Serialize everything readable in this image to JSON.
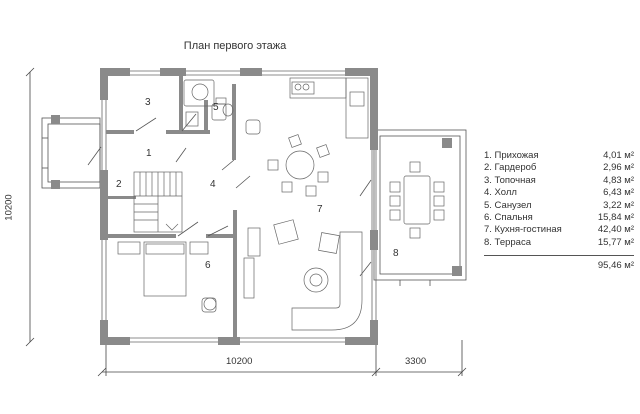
{
  "plan": {
    "title": "План первого этажа",
    "dimensions": {
      "width_main": "10200",
      "width_terrace": "3300",
      "height_main": "10200"
    },
    "room_labels": [
      "1",
      "2",
      "3",
      "4",
      "5",
      "6",
      "7",
      "8"
    ],
    "legend": {
      "rooms": [
        {
          "name": "1. Прихожая",
          "area": "4,01 м²"
        },
        {
          "name": "2. Гардероб",
          "area": "2,96 м²"
        },
        {
          "name": "3. Топочная",
          "area": "4,83 м²"
        },
        {
          "name": "4. Холл",
          "area": "6,43 м²"
        },
        {
          "name": "5. Санузел",
          "area": "3,22 м²"
        },
        {
          "name": "6. Спальня",
          "area": "15,84 м²"
        },
        {
          "name": "7. Кухня-гостиная",
          "area": "42,40 м²"
        },
        {
          "name": "8. Терраса",
          "area": "15,77 м²"
        }
      ],
      "total": "95,46 м²"
    },
    "colors": {
      "wall": "#8a8a8a",
      "line": "#555555",
      "furniture": "#777777"
    }
  }
}
